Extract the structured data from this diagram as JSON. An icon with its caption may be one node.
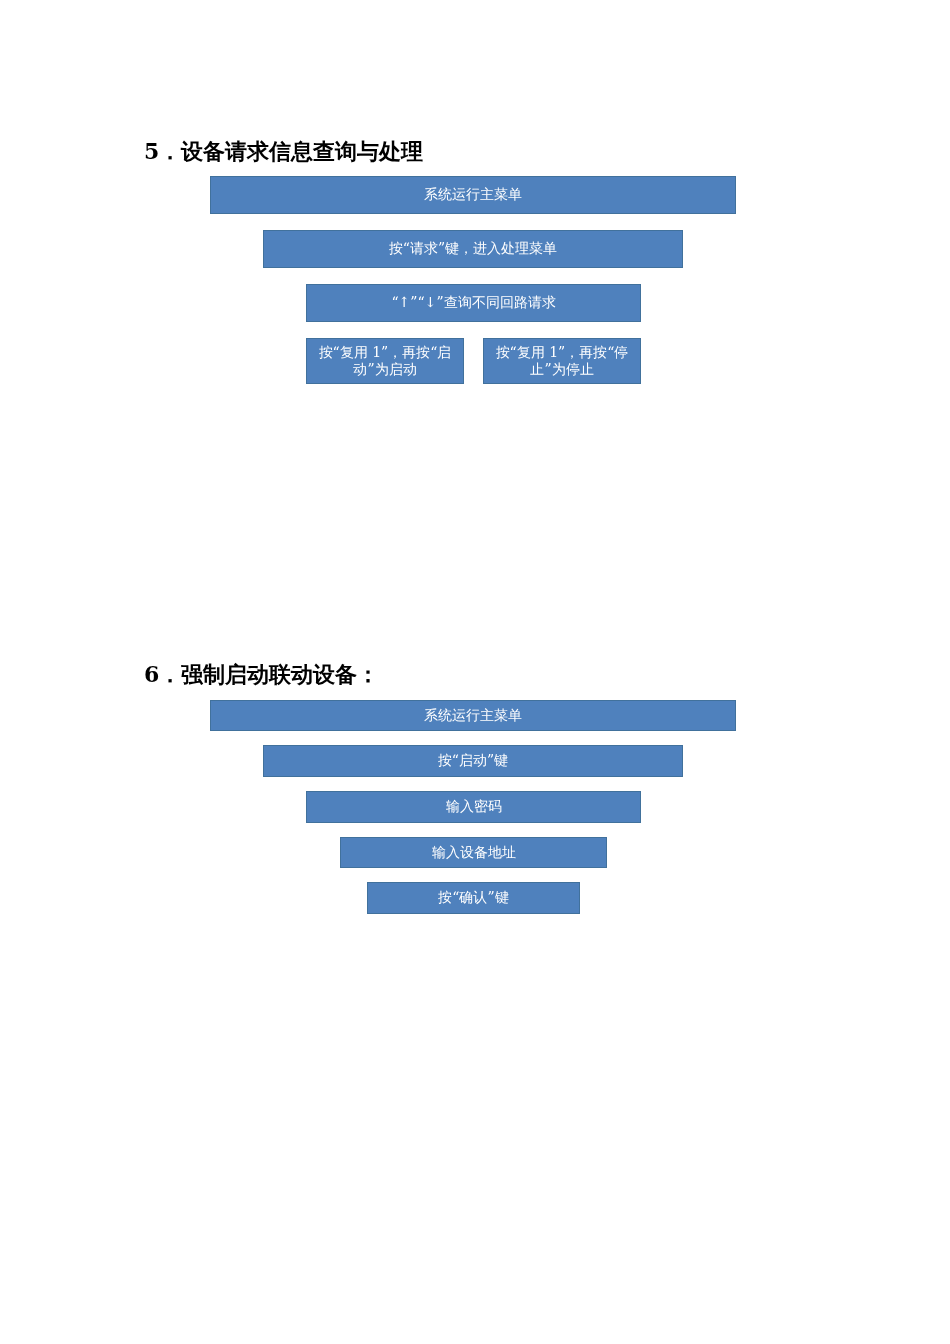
{
  "diagram": {
    "nodes": [
      {
        "text": [
          "系统运行主菜单"
        ]
      },
      {
        "text": [
          "按“请求”键，进入处理菜单"
        ]
      },
      {
        "text": [
          "“↑”“↓”查询不同回路请求"
        ]
      },
      {
        "text": [
          "按“复用 1”，再按“启动”为启动"
        ]
      },
      {
        "text": [
          "按“复用 1”，再按“停止”为停止"
        ]
      },
      {
        "text": [
          "系统运行主菜单"
        ]
      },
      {
        "text": [
          "按“启动”键"
        ]
      },
      {
        "text": [
          "输入密码"
        ]
      },
      {
        "text": [
          "输入设备地址"
        ]
      },
      {
        "text": [
          "按“确认”键"
        ]
      }
    ],
    "labels": [
      "5．设备请求信息查询与处理",
      "6．强制启动联动设备："
    ]
  }
}
